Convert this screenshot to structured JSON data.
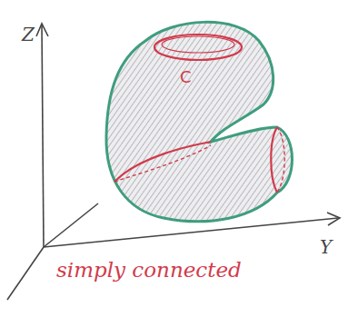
{
  "diagram": {
    "labels": [
      "Z",
      "C",
      "simply connected",
      "Y"
    ]
  }
}
